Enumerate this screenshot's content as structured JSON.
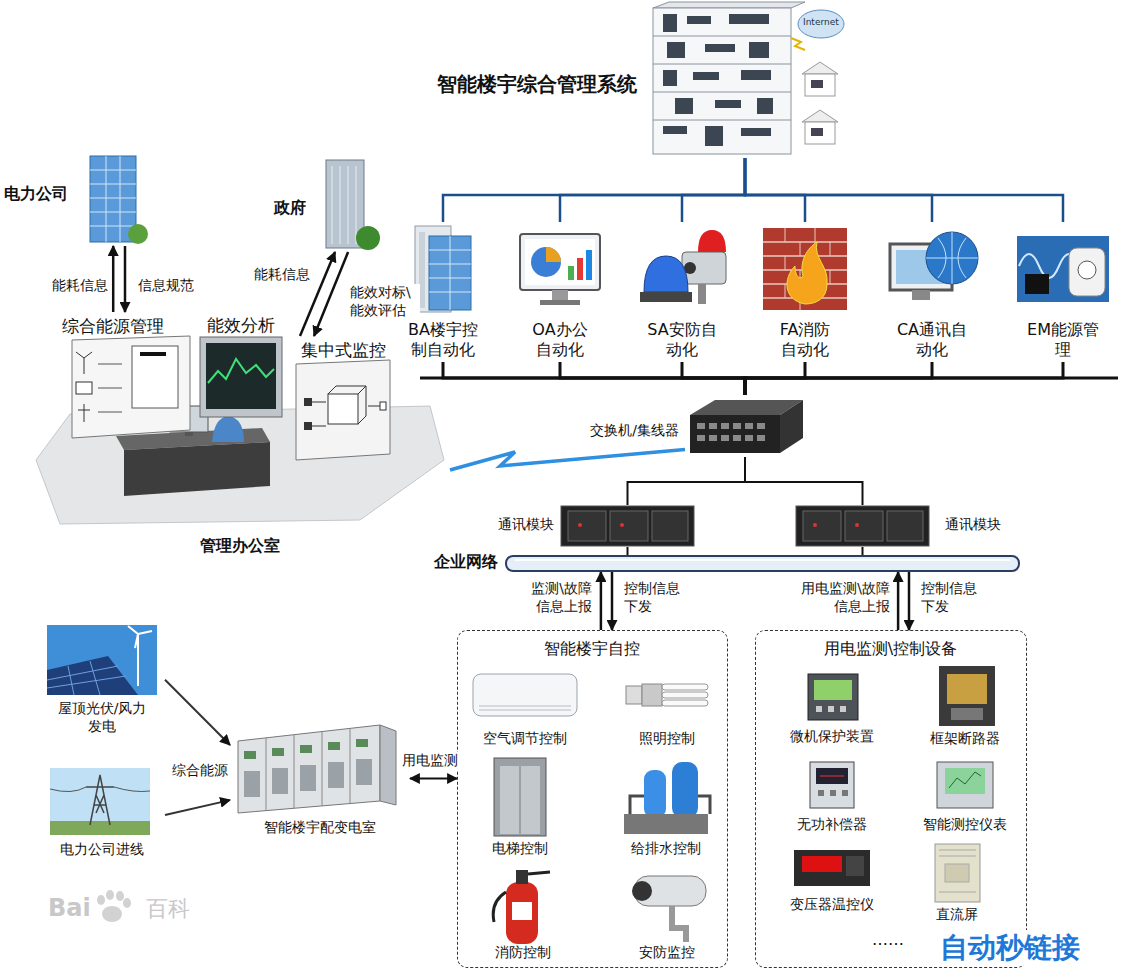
{
  "diagram": {
    "nodes": [
      {
        "text": [
          "智能楼宇综合管理系统"
        ]
      },
      {
        "text": [
          "BA楼宇控 制自动化"
        ]
      },
      {
        "text": [
          "OA办公 自动化"
        ]
      },
      {
        "text": [
          "SA安防自 动化"
        ]
      },
      {
        "text": [
          "FA消防 自动化"
        ]
      },
      {
        "text": [
          "CA通讯自 动化"
        ]
      },
      {
        "text": [
          "EM能源管 理"
        ]
      },
      {
        "text": [
          "交换机/集线器"
        ]
      },
      {
        "text": [
          "通讯模块"
        ]
      },
      {
        "text": [
          "通讯模块"
        ]
      },
      {
        "text": [
          "企业网络"
        ]
      },
      {
        "text": [
          "智能楼宇自控"
        ]
      },
      {
        "text": [
          "空气调节控制"
        ],
        "in": 11
      },
      {
        "text": [
          "照明控制"
        ],
        "in": 11
      },
      {
        "text": [
          "电梯控制"
        ],
        "in": 11
      },
      {
        "text": [
          "给排水控制"
        ],
        "in": 11
      },
      {
        "text": [
          "消防控制"
        ],
        "in": 11
      },
      {
        "text": [
          "安防监控"
        ],
        "in": 11
      },
      {
        "text": [
          "用电监测\\控制设备"
        ]
      },
      {
        "text": [
          "微机保护装置"
        ],
        "in": 18
      },
      {
        "text": [
          "框架断路器"
        ],
        "in": 18
      },
      {
        "text": [
          "无功补偿器"
        ],
        "in": 18
      },
      {
        "text": [
          "智能测控仪表"
        ],
        "in": 18
      },
      {
        "text": [
          "变压器温控仪"
        ],
        "in": 18
      },
      {
        "text": [
          "直流屏"
        ],
        "in": 18
      },
      {
        "text": [
          "智能楼宇配变电室"
        ]
      },
      {
        "text": [
          "屋顶光伏/风力 发电"
        ]
      },
      {
        "text": [
          "电力公司进线"
        ]
      },
      {
        "text": [
          "管理办公室"
        ]
      },
      {
        "text": [
          "综合能源管理"
        ],
        "in": 28
      },
      {
        "text": [
          "能效分析"
        ],
        "in": 28
      },
      {
        "text": [
          "集中式监控"
        ],
        "in": 28
      },
      {
        "text": [
          "电力公司"
        ]
      },
      {
        "text": [
          "政府"
        ]
      }
    ],
    "edges": [
      {
        "from": 0,
        "to": 1,
        "arrow": "none"
      },
      {
        "from": 0,
        "to": 2,
        "arrow": "none"
      },
      {
        "from": 0,
        "to": 3,
        "arrow": "none"
      },
      {
        "from": 0,
        "to": 4,
        "arrow": "none"
      },
      {
        "from": 0,
        "to": 5,
        "arrow": "none"
      },
      {
        "from": 0,
        "to": 6,
        "arrow": "none"
      },
      {
        "from": 1,
        "to": 7,
        "arrow": "none"
      },
      {
        "from": 2,
        "to": 7,
        "arrow": "none"
      },
      {
        "from": 3,
        "to": 7,
        "arrow": "none"
      },
      {
        "from": 4,
        "to": 7,
        "arrow": "none"
      },
      {
        "from": 5,
        "to": 7,
        "arrow": "none"
      },
      {
        "from": 6,
        "to": 7,
        "arrow": "none"
      },
      {
        "from": 7,
        "to": 8,
        "arrow": "none"
      },
      {
        "from": 7,
        "to": 9,
        "arrow": "none"
      },
      {
        "from": 8,
        "to": 10,
        "arrow": "none"
      },
      {
        "from": 9,
        "to": 10,
        "arrow": "none"
      },
      {
        "from": 11,
        "to": 10,
        "arrow": "to",
        "label": "监测\\故障 信息上报"
      },
      {
        "from": 10,
        "to": 11,
        "arrow": "to",
        "label": "控制信息 下发"
      },
      {
        "from": 18,
        "to": 10,
        "arrow": "to",
        "label": "用电监测\\故障 信息上报"
      },
      {
        "from": 10,
        "to": 18,
        "arrow": "to",
        "label": "控制信息 下发"
      },
      {
        "from": 25,
        "to": 11,
        "arrow": "both",
        "label": "用电监测"
      },
      {
        "from": 26,
        "to": 25,
        "arrow": "to",
        "label": "综合能源"
      },
      {
        "from": 27,
        "to": 25,
        "arrow": "to"
      },
      {
        "from": 28,
        "to": 7,
        "arrow": "none"
      },
      {
        "from": 29,
        "to": 32,
        "arrow": "to",
        "label": "能耗信息"
      },
      {
        "from": 32,
        "to": 29,
        "arrow": "to",
        "label": "信息规范"
      },
      {
        "from": 31,
        "to": 33,
        "arrow": "to",
        "label": "能耗信息"
      },
      {
        "from": 33,
        "to": 31,
        "arrow": "to",
        "label": "能效对标\\ 能效评估"
      }
    ],
    "labels": [
      "Internet",
      "……",
      "Bai",
      "百科",
      "自动秒链接"
    ]
  }
}
